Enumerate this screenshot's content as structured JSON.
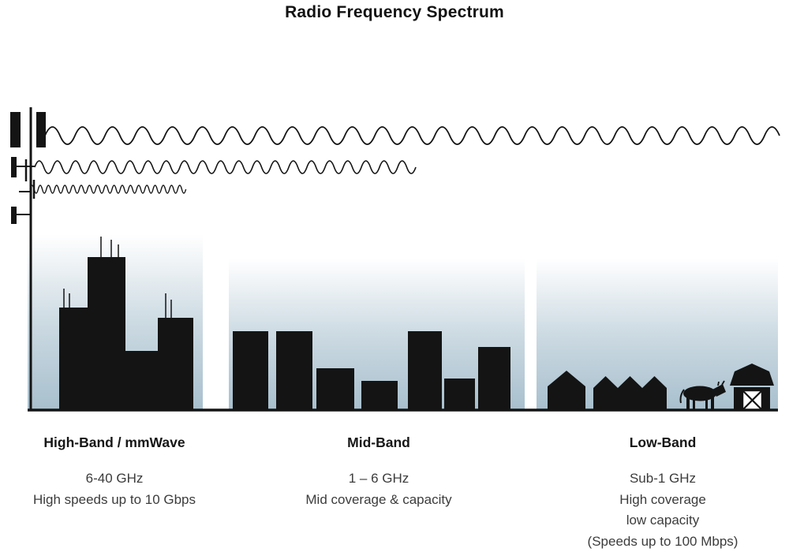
{
  "title": "Radio Frequency Spectrum",
  "bands": [
    {
      "name": "High-Band / mmWave",
      "freq": "6-40 GHz",
      "lines": [
        "High speeds up to 10 Gbps"
      ]
    },
    {
      "name": "Mid-Band",
      "freq": "1 – 6 GHz",
      "lines": [
        "Mid coverage & capacity"
      ]
    },
    {
      "name": "Low-Band",
      "freq": "Sub-1 GHz",
      "lines": [
        "High coverage",
        "low capacity",
        "(Speeds up to 100 Mbps)"
      ]
    }
  ],
  "colors": {
    "ink": "#141414",
    "text": "#3c3c3c",
    "sky_bottom": "#a3bccb"
  }
}
